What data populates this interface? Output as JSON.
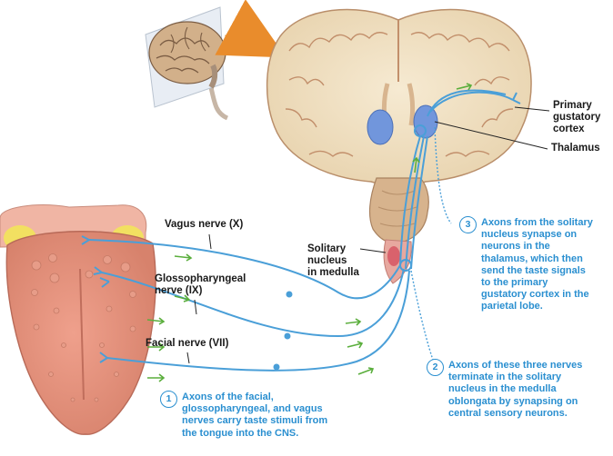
{
  "labels": {
    "vagus": "Vagus nerve (X)",
    "glossopharyngeal": "Glossopharyngeal\nnerve (IX)",
    "facial": "Facial nerve (VII)",
    "solitary": "Solitary\nnucleus\nin medulla",
    "cortex": "Primary\ngustatory\ncortex",
    "thalamus": "Thalamus"
  },
  "steps": [
    {
      "number": "1",
      "text": "Axons of the facial,\nglossopharyngeal, and vagus\nnerves carry taste stimuli from\nthe tongue into the CNS."
    },
    {
      "number": "2",
      "text": "Axons of these three nerves\nterminate in the solitary\nnucleus in the medulla\noblongata by synapsing on\ncentral sensory neurons."
    },
    {
      "number": "3",
      "text": "Axons from the solitary\nnucleus synapse on\nneurons in the\nthalamus, which then\nsend the taste signals\nto the primary\ngustatory cortex in the\nparietal lobe."
    }
  ],
  "colors": {
    "nerve": "#4a9fd8",
    "step_text": "#2a8fd0",
    "arrow": "#5aae3c",
    "thalamus": "#6a92d8",
    "tongue": "#e0907c"
  }
}
